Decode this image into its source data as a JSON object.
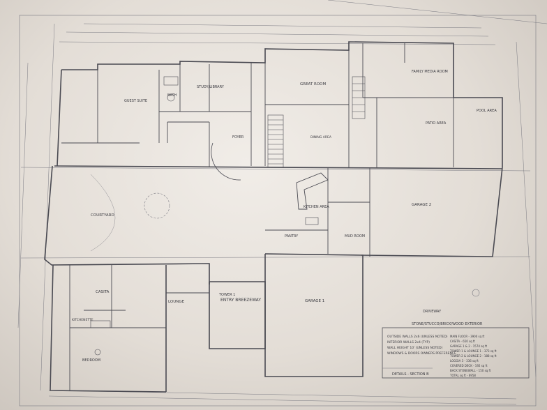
{
  "rooms": {
    "great_room": "GREAT ROOM",
    "family_room": "FAMILY MEDIA ROOM",
    "patio": "PATIO AREA",
    "pool": "POOL AREA",
    "guest_suite": "GUEST SUITE",
    "bath": "BATH",
    "study": "STUDY/LIBRARY",
    "foyer": "FOYER",
    "courtyard": "COURTYARD",
    "kitchen": "KITCHEN AREA",
    "pantry": "PANTRY",
    "mud_room": "MUD ROOM",
    "garage2": "GARAGE 2",
    "garage1": "GARAGE 1",
    "entry": "ENTRY BREEZEWAY",
    "lounge": "LOUNGE",
    "casita": "CASITA",
    "bedroom": "BEDROOM",
    "kitchenette": "KITCHENETTE",
    "driveway": "DRIVEWAY",
    "dining": "DINING AREA",
    "tower1": "TOWER 1"
  },
  "notes": {
    "exterior": "STONE/STUCCO/BRICK/WOOD EXTERIOR",
    "details": "DETAILS - SECTION B",
    "wall_notes": [
      "OUTSIDE WALLS 2x6 (UNLESS NOTED)",
      "INTERIOR WALLS 2x4 (TYP)",
      "WALL HEIGHT 10' (UNLESS NOTED)",
      "WINDOWS & DOORS OWNERS PREFERENCE"
    ]
  },
  "area_schedule": [
    "MAIN FLOOR - 3900 sq ft",
    "CASITA - 650 sq ft",
    "GARAGE 1 & 2 - 1574 sq ft",
    "TOWER 1 & LOUNGE 1 - 373 sq ft",
    "TOWER 2 & LOUNGE 2 - 188 sq ft",
    "LOGGIA 3 - 336 sq ft",
    "COVERED DECK - 192 sq ft",
    "BACK STONEWALL - 150 sq ft",
    "TOTAL sq ft - 6958"
  ],
  "colors": {
    "paper": "#ece7e1",
    "ink": "#4a4a52"
  }
}
